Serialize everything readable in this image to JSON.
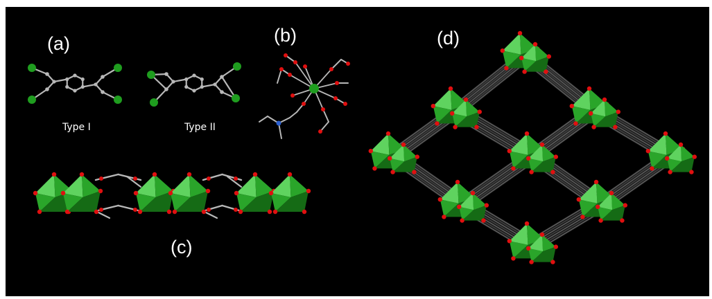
{
  "labels": {
    "a": "(a)",
    "b": "(b)",
    "c": "(c)",
    "d": "(d)",
    "type1": "Type I",
    "type2": "Type II"
  },
  "colors": {
    "background": "#000000",
    "metal": "#1f9d1f",
    "polyhedron_light": "#5fd35f",
    "polyhedron_mid": "#2aa52a",
    "polyhedron_dark": "#156b15",
    "oxygen": "#e01010",
    "carbon": "#b8b8b8",
    "linker": "#3a3a3a",
    "nitrogen": "#2a5fd0"
  }
}
